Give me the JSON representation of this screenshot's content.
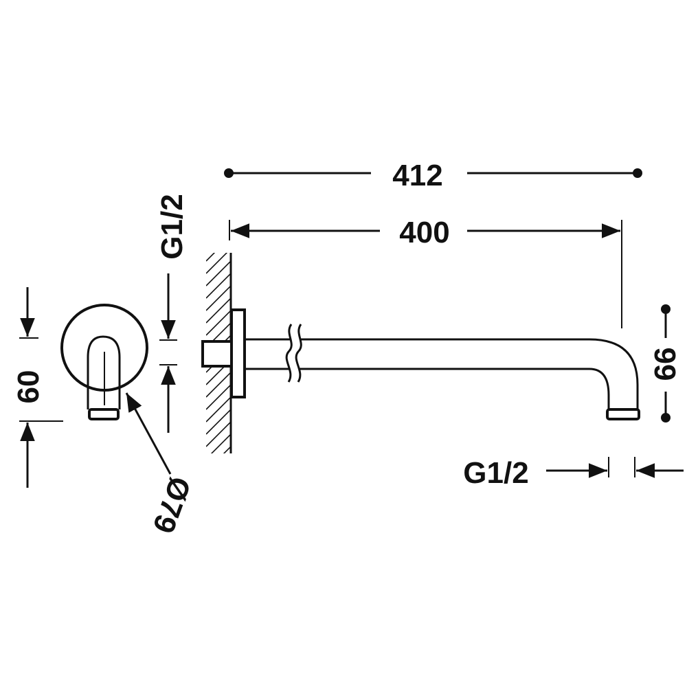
{
  "dimensions": {
    "overall_length": "412",
    "arm_length": "400",
    "wall_inlet_thread": "G1/2",
    "outlet_thread": "G1/2",
    "flange_height": "60",
    "flange_diameter": "Ø79",
    "outlet_drop": "99"
  },
  "colors": {
    "line": "#111111",
    "background": "#ffffff"
  }
}
